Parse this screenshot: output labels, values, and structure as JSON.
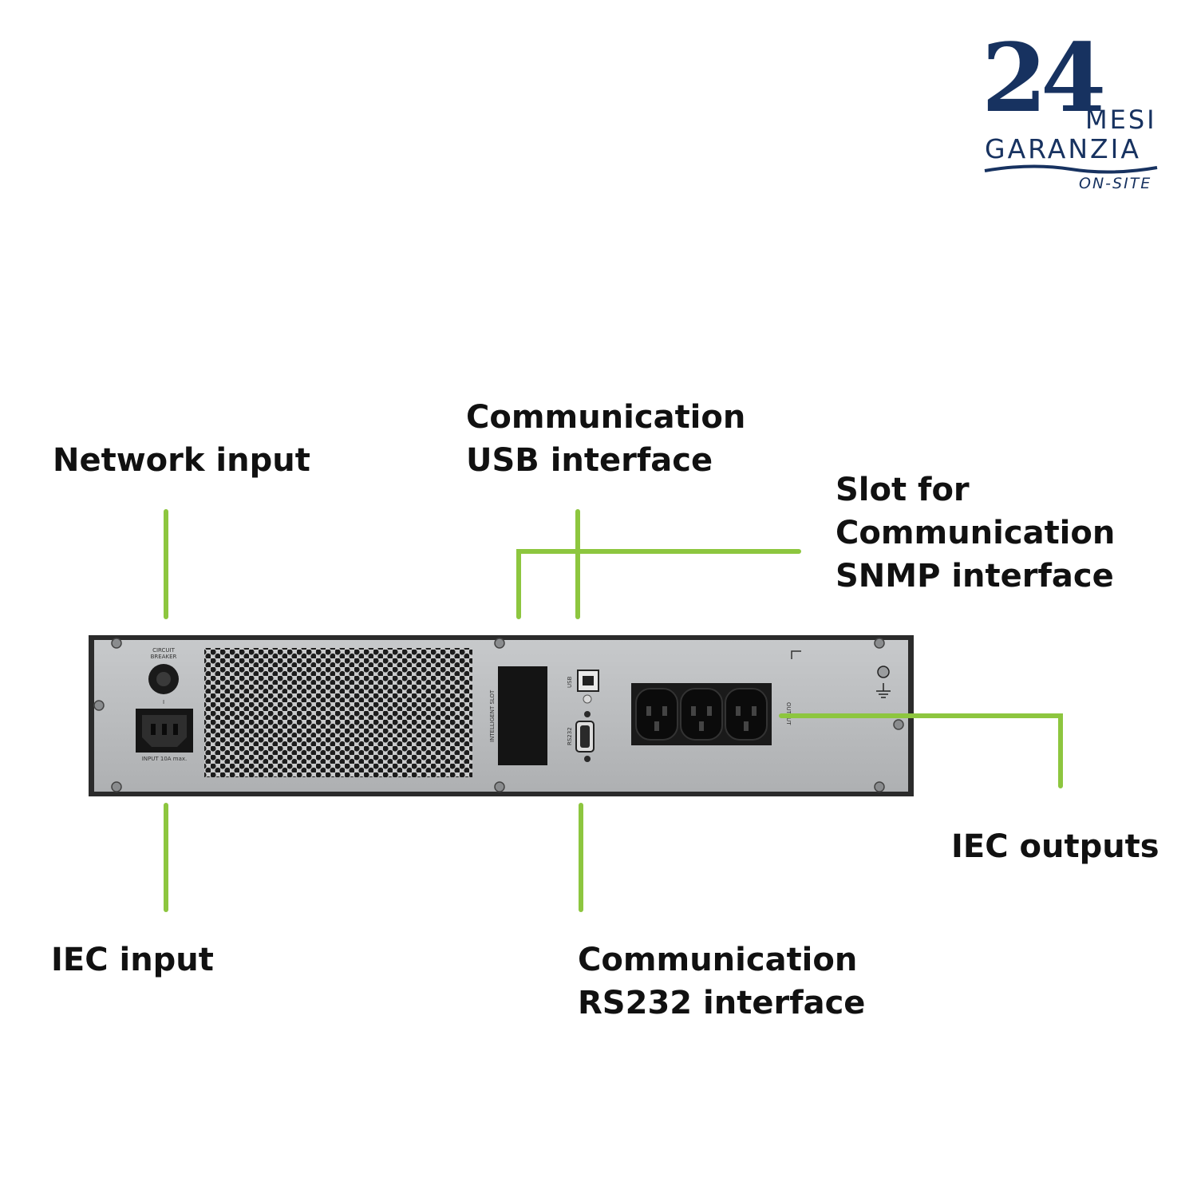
{
  "logo": {
    "number": "24",
    "mesi": "MESI",
    "garanzia": "GARANZIA",
    "onsite": "ON-SITE"
  },
  "callouts": {
    "network_input": "Network input",
    "usb": [
      "Communication",
      "USB interface"
    ],
    "snmp": [
      "Slot for",
      "Communication",
      "SNMP interface"
    ],
    "iec_input": "IEC input",
    "rs232": [
      "Communication",
      "RS232 interface"
    ],
    "iec_outputs": "IEC outputs"
  },
  "panel_markings": {
    "circuit_breaker": [
      "CIRCUIT",
      "BREAKER"
    ],
    "breaker_symbol": "I",
    "input_rating": "INPUT 10A max.",
    "intelligent_slot": "INTELLIGENT SLOT",
    "usb": "USB",
    "rs232": "RS232",
    "output": "OUTPUT"
  },
  "colors": {
    "callout_line": "#8dc63f",
    "panel": "#b9bbbd",
    "logo": "#173260"
  }
}
